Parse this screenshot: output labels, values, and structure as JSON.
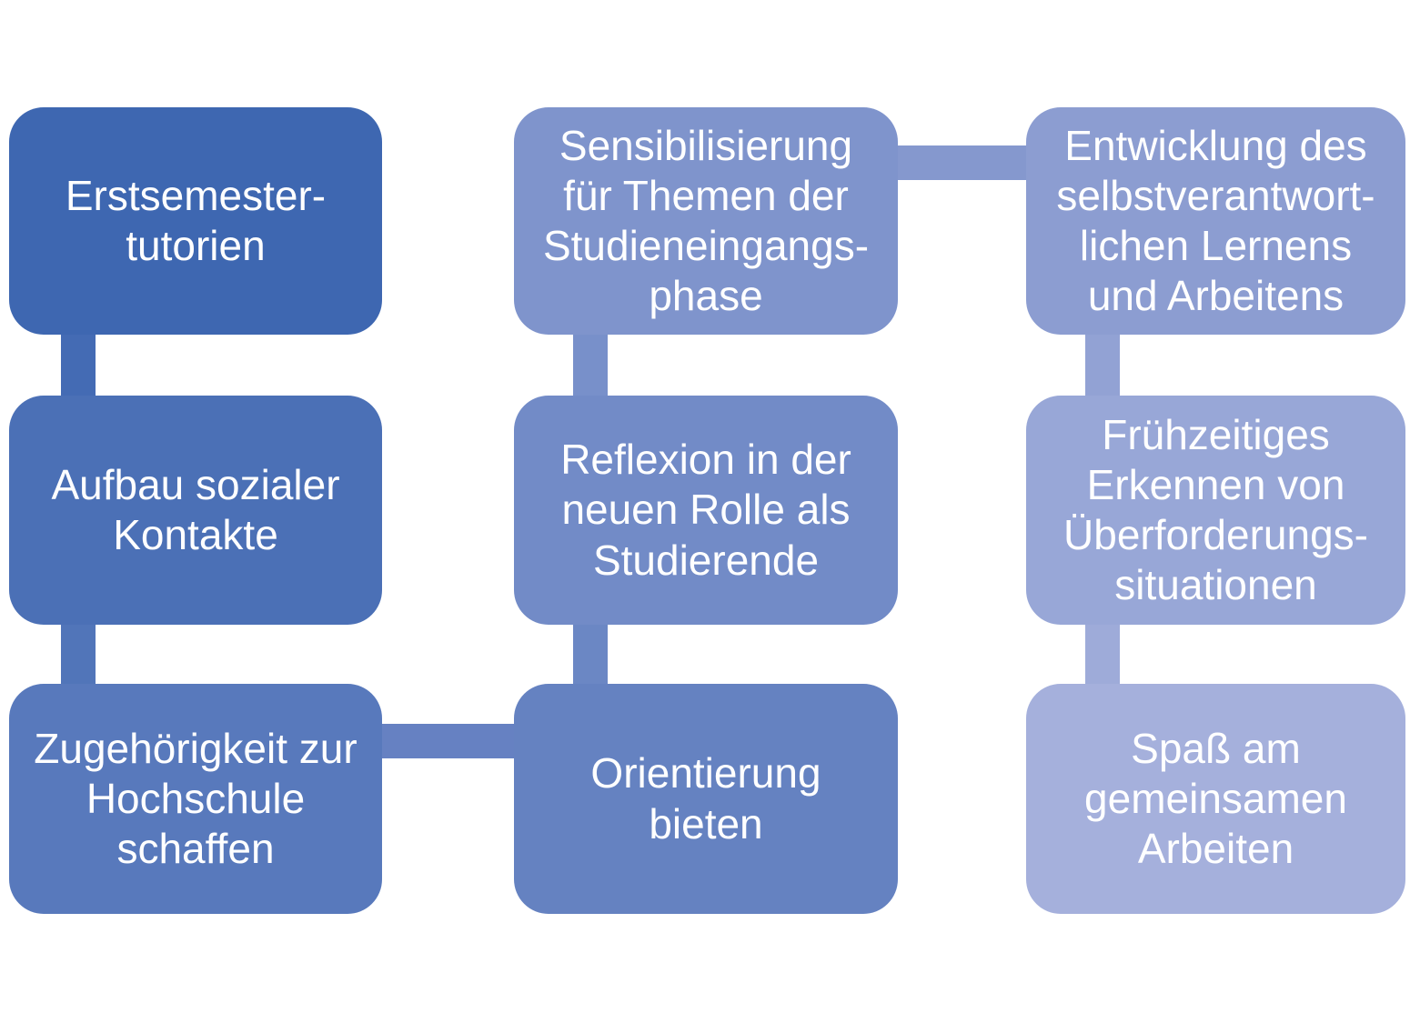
{
  "diagram": {
    "title": "Erstsemestertutorien Ziele Diagramm",
    "background_color": "#ffffff",
    "text_color": "#ffffff",
    "boxes": [
      {
        "step": 1,
        "text": "Erstsemester-\ntutorien",
        "color": "#3E67B1"
      },
      {
        "step": 2,
        "text": "Aufbau sozialer\nKontakte",
        "color": "#4B70B6"
      },
      {
        "step": 3,
        "text": "Zugehörigkeit zur\nHochschule\nschaffen",
        "color": "#5879BC"
      },
      {
        "step": 4,
        "text": "Orientierung\nbieten",
        "color": "#6582C1"
      },
      {
        "step": 5,
        "text": "Reflexion in der\nneuen Rolle als\nStudierende",
        "color": "#728BC7"
      },
      {
        "step": 6,
        "text": "Sensibilisierung\nfür Themen der\nStudieneingangs-\nphase",
        "color": "#7F94CC"
      },
      {
        "step": 7,
        "text": "Entwicklung des\nselbstverantwort-\nlichen Lernens\nund Arbeitens",
        "color": "#8C9DD1"
      },
      {
        "step": 8,
        "text": "Frühzeitiges\nErkennen von\nÜberforderungs-\nsituationen",
        "color": "#98A7D7"
      },
      {
        "step": 9,
        "text": "Spaß am\ngemeinsamen\nArbeiten",
        "color": "#A5B0DC"
      }
    ],
    "connectors": [
      {
        "from": 1,
        "to": 2,
        "orientation": "vertical",
        "color": "#446BB4"
      },
      {
        "from": 2,
        "to": 3,
        "orientation": "vertical",
        "color": "#5175B9"
      },
      {
        "from": 3,
        "to": 4,
        "orientation": "horizontal",
        "color": "#6681C2"
      },
      {
        "from": 4,
        "to": 5,
        "orientation": "vertical",
        "color": "#6B87C4"
      },
      {
        "from": 5,
        "to": 6,
        "orientation": "vertical",
        "color": "#7890CA"
      },
      {
        "from": 6,
        "to": 7,
        "orientation": "horizontal",
        "color": "#8598CE"
      },
      {
        "from": 7,
        "to": 8,
        "orientation": "vertical",
        "color": "#92A2D4"
      },
      {
        "from": 8,
        "to": 9,
        "orientation": "vertical",
        "color": "#9EABD9"
      }
    ]
  }
}
